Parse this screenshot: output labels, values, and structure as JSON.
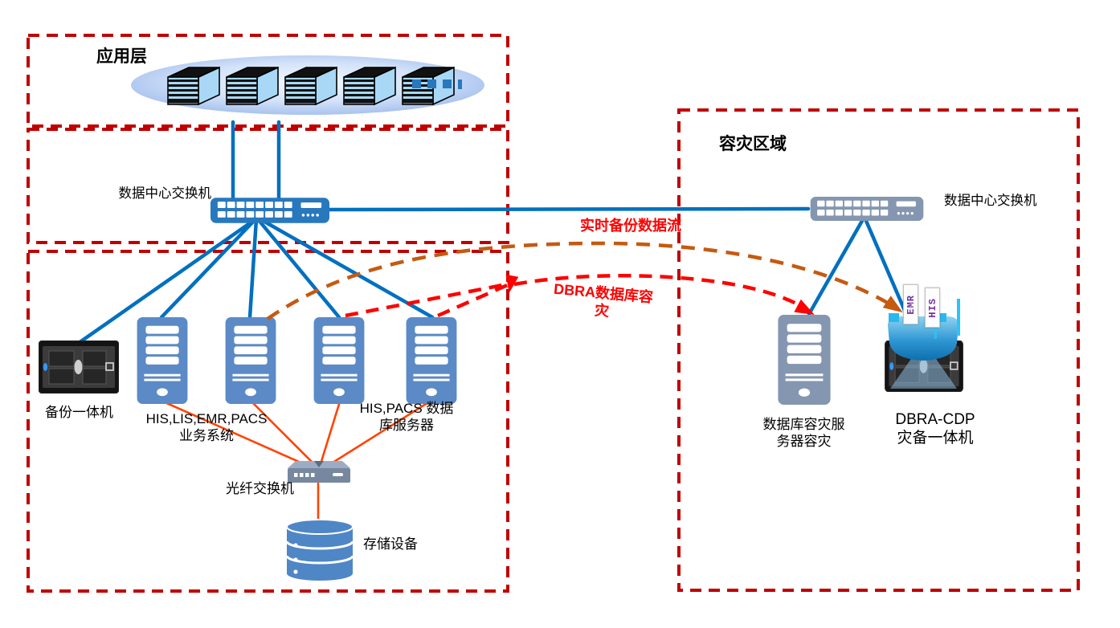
{
  "zones": {
    "app_title": "应用层",
    "dr_title": "容灾区域"
  },
  "labels": {
    "dc_switch_left": "数据中心交换机",
    "dc_switch_right": "数据中心交换机",
    "backup_appliance": "备份一体机",
    "biz_servers_line1": "HIS,LIS,EMR,PACS",
    "biz_servers_line2": "业务系统",
    "db_servers_line1": "HIS,PACS 数据",
    "db_servers_line2": "库服务器",
    "fiber_switch": "光纤交换机",
    "storage": "存储设备",
    "dr_server_line1": "数据库容灾服",
    "dr_server_line2": "务器容灾",
    "dbra_line1": "DBRA-CDP",
    "dbra_line2": "灾备一体机",
    "flow_realtime": "实时备份数据流",
    "flow_dbra_line1": "DBRA数据库容",
    "flow_dbra_line2": "灾",
    "tag_emr": "EMR",
    "tag_his": "HIS"
  },
  "colors": {
    "zone_border": "#C00000",
    "line_blue": "#0070C0",
    "line_orange": "#FF4300",
    "flow_brown": "#C55A11",
    "flow_red": "#FF0000",
    "switch_left": "#2878BE",
    "switch_right": "#8496B0",
    "tower_blue": "#5B8AC6",
    "tower_gray": "#8496B0",
    "storage_blue": "#4F86C6",
    "cube_blue": "#A8D8F5",
    "tag_text": "#7030A0",
    "antenna_cyan": "#29C5F6"
  }
}
